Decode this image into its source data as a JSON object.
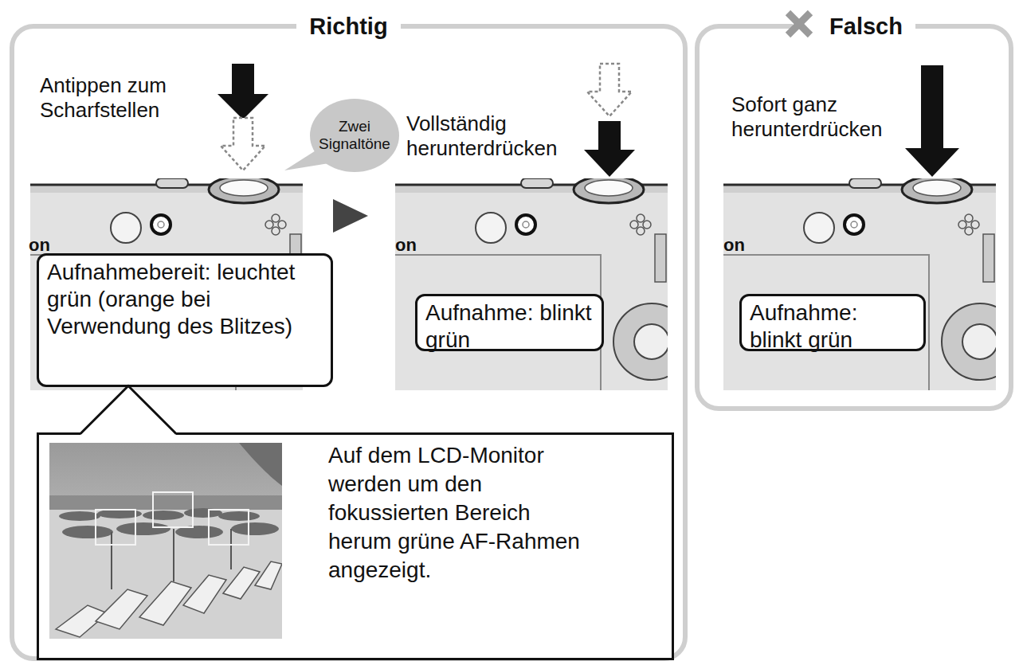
{
  "diagram": {
    "nodes": [
      {
        "text": [
          "Richtig"
        ]
      },
      {
        "text": [
          "Falsch"
        ]
      },
      {
        "text": [
          "Zwei Signaltöne"
        ],
        "in": 0
      },
      {
        "text": [
          "Aufnahmebereit: leuchtet grün (orange bei Verwendung des Blitzes)"
        ],
        "in": 0
      },
      {
        "text": [
          "Aufnahme: blinkt grün"
        ],
        "in": 0
      },
      {
        "text": [
          "Auf dem LCD-Monitor werden um den fokussierten Bereich herum grüne AF-Rahmen angezeigt."
        ],
        "in": 0
      },
      {
        "text": [
          "Aufnahme: blinkt grün"
        ],
        "in": 1
      }
    ],
    "edges": [
      {
        "from": 3,
        "to": 5,
        "arrow": "none"
      }
    ],
    "labels": [
      "Antippen zum Scharfstellen",
      "Vollständig herunterdrücken",
      "Sofort ganz herunterdrücken",
      "on",
      "on",
      "on"
    ]
  }
}
